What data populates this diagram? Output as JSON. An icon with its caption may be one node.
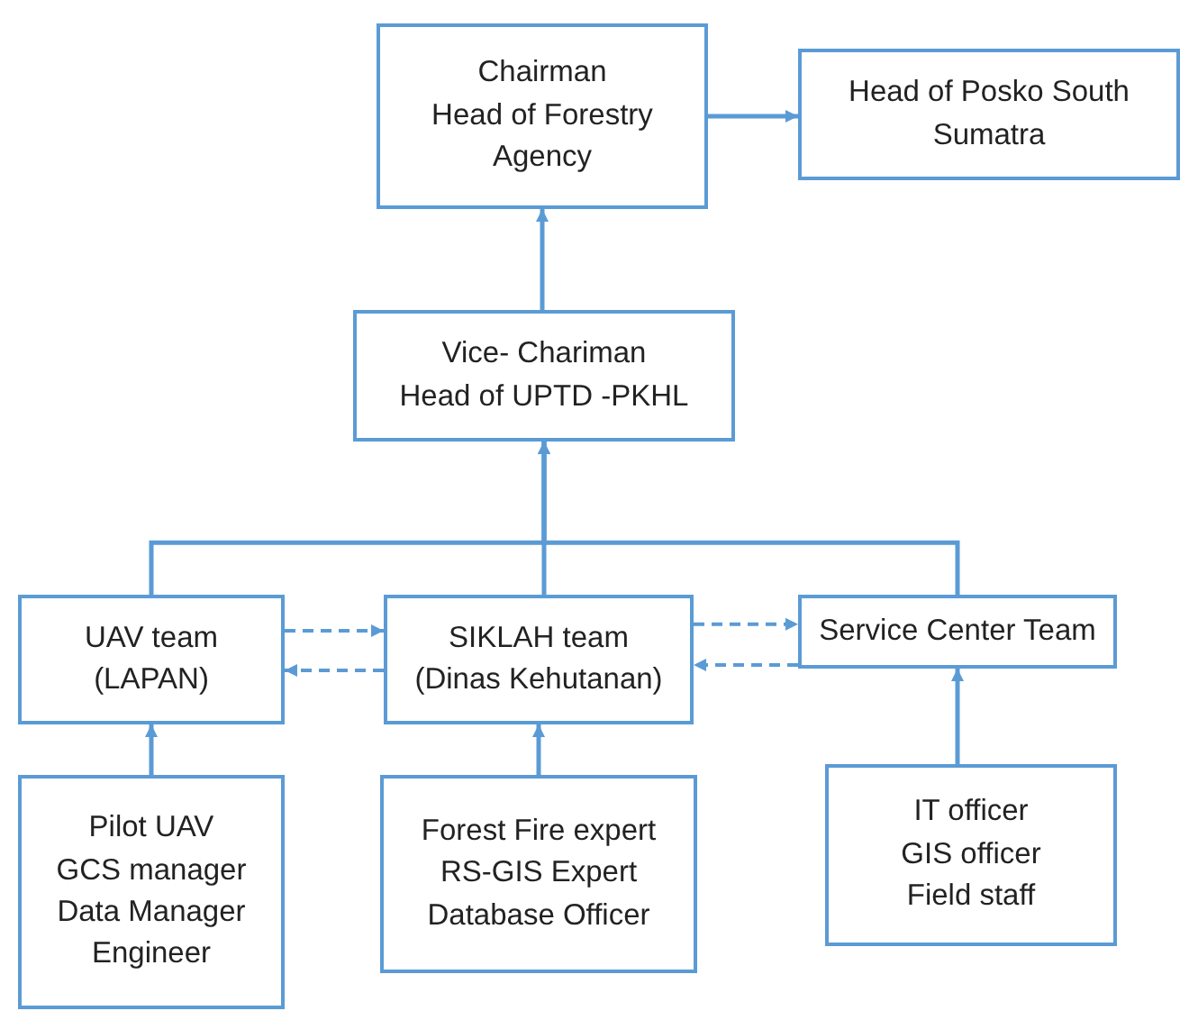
{
  "diagram": {
    "nodes": [
      {
        "text": [
          "Chairman",
          "Head of Forestry Agency"
        ]
      },
      {
        "text": [
          "Head of Posko South Sumatra"
        ]
      },
      {
        "text": [
          "Vice- Chariman",
          "Head of UPTD -PKHL"
        ]
      },
      {
        "text": [
          "UAV team",
          "(LAPAN)"
        ]
      },
      {
        "text": [
          "SIKLAH team",
          "(Dinas Kehutanan)"
        ]
      },
      {
        "text": [
          "Service Center Team"
        ]
      },
      {
        "text": [
          "Pilot UAV",
          "GCS manager",
          "Data Manager",
          "Engineer"
        ]
      },
      {
        "text": [
          "Forest Fire expert",
          "RS-GIS Expert",
          "Database Officer"
        ]
      },
      {
        "text": [
          "IT officer",
          "GIS officer",
          "Field staff"
        ]
      }
    ],
    "edges": [
      {
        "from": 0,
        "to": 1,
        "arrow": "to"
      },
      {
        "from": 2,
        "to": 0,
        "arrow": "to"
      },
      {
        "from": 3,
        "to": 2,
        "arrow": "to"
      },
      {
        "from": 4,
        "to": 2,
        "arrow": "to"
      },
      {
        "from": 5,
        "to": 2,
        "arrow": "to"
      },
      {
        "from": 3,
        "to": 4,
        "arrow": "to",
        "style": "dashed"
      },
      {
        "from": 4,
        "to": 3,
        "arrow": "to",
        "style": "dashed"
      },
      {
        "from": 4,
        "to": 5,
        "arrow": "to",
        "style": "dashed"
      },
      {
        "from": 5,
        "to": 4,
        "arrow": "to",
        "style": "dashed"
      },
      {
        "from": 6,
        "to": 3,
        "arrow": "to"
      },
      {
        "from": 7,
        "to": 4,
        "arrow": "to"
      },
      {
        "from": 8,
        "to": 5,
        "arrow": "to"
      }
    ]
  }
}
